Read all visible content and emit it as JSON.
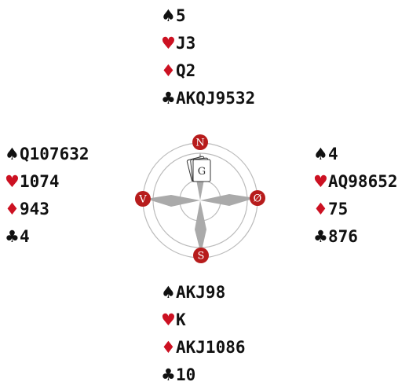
{
  "colors": {
    "red_suit": "#cc1122",
    "black_suit": "#111111",
    "seat_badge": "#b71c1c",
    "compass_ring": "#bbbbbb",
    "compass_arms": "#aaaaaa"
  },
  "compass": {
    "north": "N",
    "east": "Ø",
    "south": "S",
    "west": "V",
    "dealer_label": "G"
  },
  "hands": {
    "north": [
      {
        "suit": "spade",
        "symbol": "♠",
        "cards": "5"
      },
      {
        "suit": "heart",
        "symbol": "♥",
        "cards": "J3"
      },
      {
        "suit": "diamond",
        "symbol": "♦",
        "cards": "Q2"
      },
      {
        "suit": "club",
        "symbol": "♣",
        "cards": "AKQJ9532"
      }
    ],
    "west": [
      {
        "suit": "spade",
        "symbol": "♠",
        "cards": "Q107632"
      },
      {
        "suit": "heart",
        "symbol": "♥",
        "cards": "1074"
      },
      {
        "suit": "diamond",
        "symbol": "♦",
        "cards": "943"
      },
      {
        "suit": "club",
        "symbol": "♣",
        "cards": "4"
      }
    ],
    "east": [
      {
        "suit": "spade",
        "symbol": "♠",
        "cards": "4"
      },
      {
        "suit": "heart",
        "symbol": "♥",
        "cards": "AQ98652"
      },
      {
        "suit": "diamond",
        "symbol": "♦",
        "cards": "75"
      },
      {
        "suit": "club",
        "symbol": "♣",
        "cards": "876"
      }
    ],
    "south": [
      {
        "suit": "spade",
        "symbol": "♠",
        "cards": "AKJ98"
      },
      {
        "suit": "heart",
        "symbol": "♥",
        "cards": "K"
      },
      {
        "suit": "diamond",
        "symbol": "♦",
        "cards": "AKJ1086"
      },
      {
        "suit": "club",
        "symbol": "♣",
        "cards": "10"
      }
    ]
  }
}
